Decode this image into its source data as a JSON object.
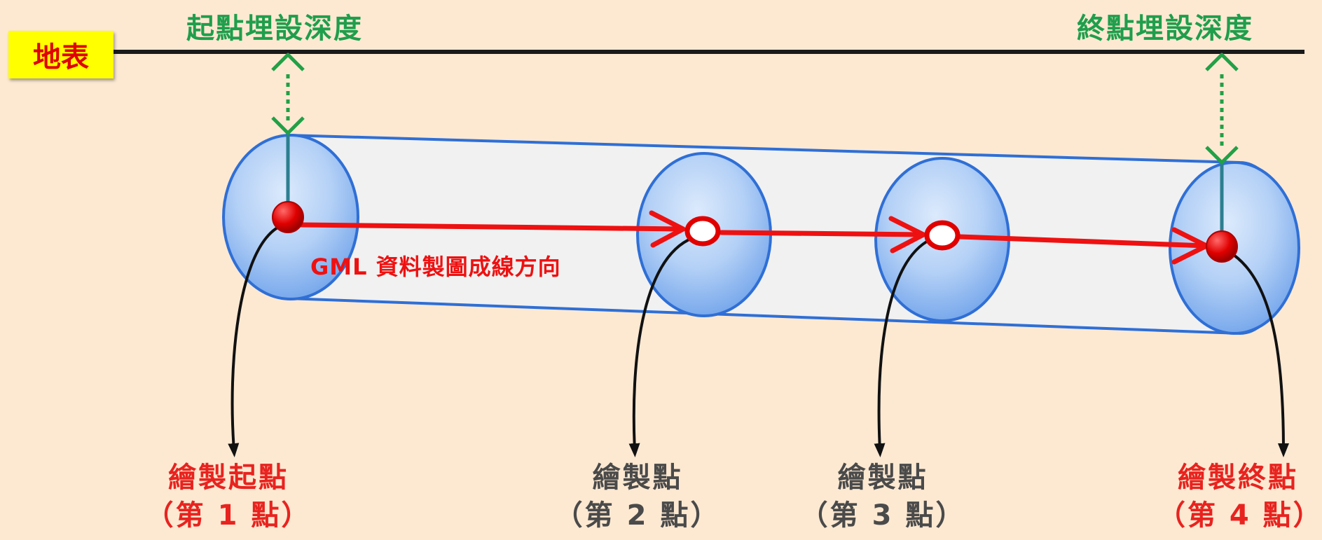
{
  "ground_label": "地表",
  "start_depth_label": "起點埋設深度",
  "end_depth_label": "終點埋設深度",
  "direction_label": "GML 資料製圖成線方向",
  "points": [
    {
      "title": "繪製起點",
      "index": "（第 1 點）",
      "kind": "endpoint"
    },
    {
      "title": "繪製點",
      "index": "（第 2 點）",
      "kind": "intermediate"
    },
    {
      "title": "繪製點",
      "index": "（第 3 點）",
      "kind": "intermediate"
    },
    {
      "title": "繪製終點",
      "index": "（第 4 點）",
      "kind": "endpoint"
    }
  ],
  "colors": {
    "background": "#fde9d2",
    "ground_box": "#ffff00",
    "ground_text": "#e00000",
    "depth_text": "#1f9e4c",
    "direction_arrow": "#ee1111",
    "endpoint_caption": "#e8231f",
    "intermediate_caption": "#4a4a4a",
    "pipe_outline": "#2f6fd6"
  }
}
